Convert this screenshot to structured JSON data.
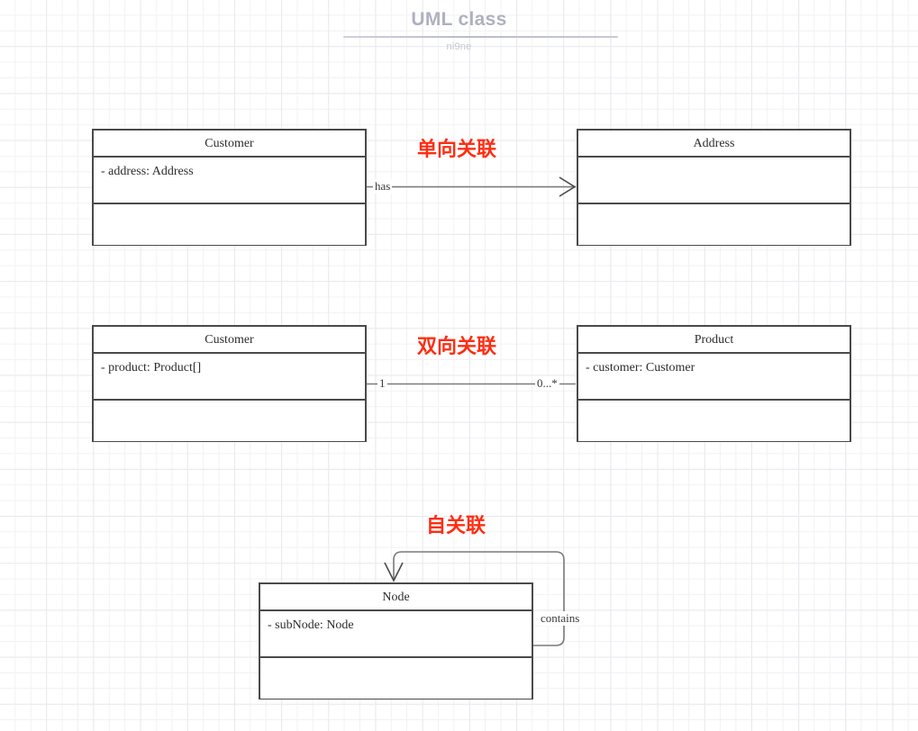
{
  "header": {
    "title": "UML class",
    "subtitle": "ni9ne"
  },
  "relationships": [
    {
      "kind_label": "单向关联",
      "edge_label": "has",
      "left_multiplicity": "",
      "right_multiplicity": ""
    },
    {
      "kind_label": "双向关联",
      "edge_label": "",
      "left_multiplicity": "1",
      "right_multiplicity": "0...*"
    },
    {
      "kind_label": "自关联",
      "edge_label": "contains",
      "left_multiplicity": "",
      "right_multiplicity": ""
    }
  ],
  "classes": [
    {
      "name": "Customer",
      "attributes": "- address: Address",
      "methods": ""
    },
    {
      "name": "Address",
      "attributes": "",
      "methods": ""
    },
    {
      "name": "Customer",
      "attributes": "- product: Product[]",
      "methods": ""
    },
    {
      "name": "Product",
      "attributes": "- customer: Customer",
      "methods": ""
    },
    {
      "name": "Node",
      "attributes": "- subNode: Node",
      "methods": ""
    }
  ],
  "colors": {
    "accent_red": "#ff2d12",
    "border": "#4a4a4a",
    "grid_minor": "#f2f2f5",
    "grid_major": "#e9e9ee",
    "title_gray": "#aeb1bf",
    "line": "#7a7a7a"
  }
}
